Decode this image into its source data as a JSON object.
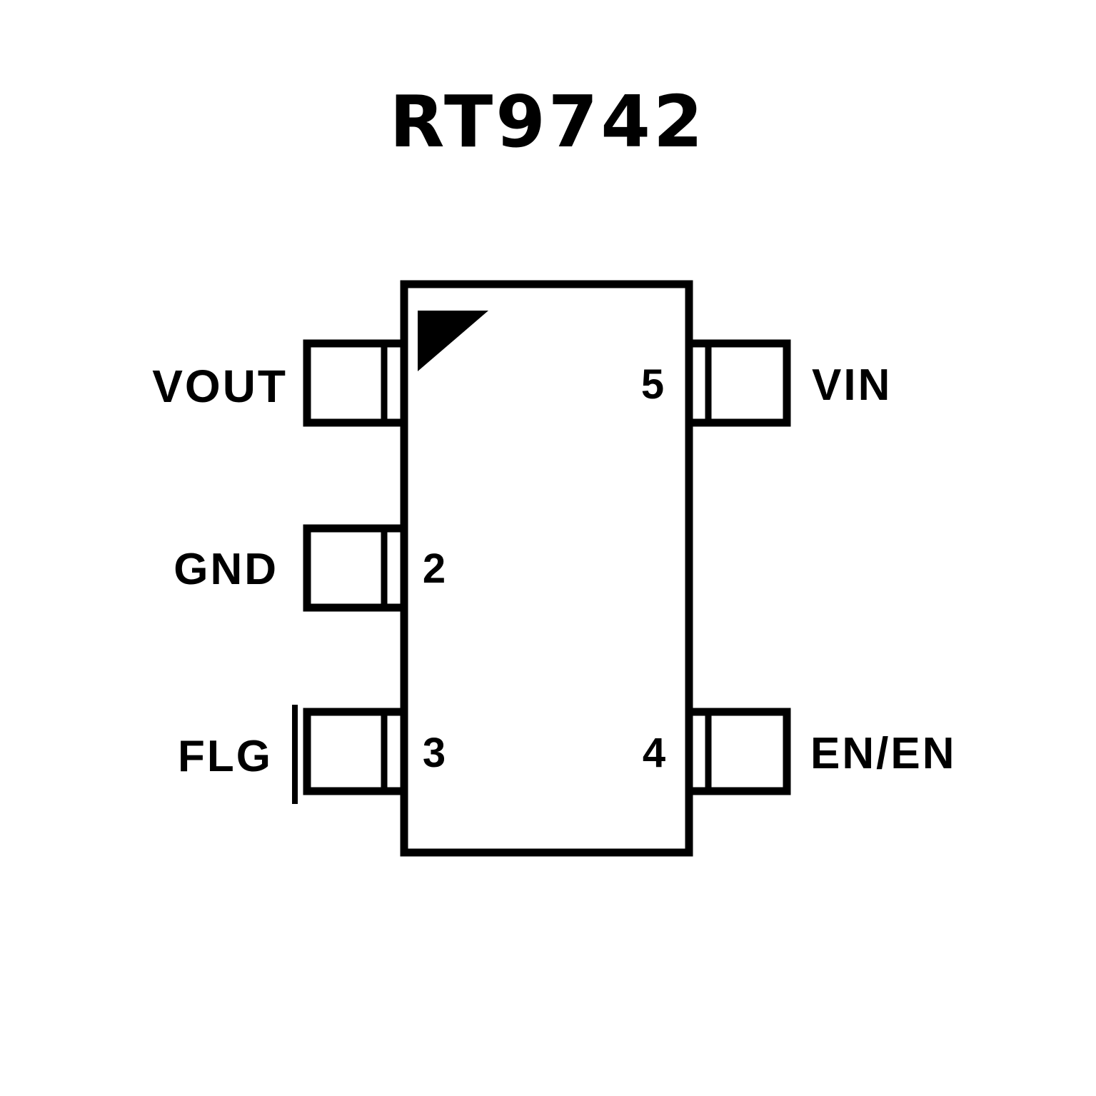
{
  "title": "RT9742",
  "package": {
    "pin1_marker": "triangle"
  },
  "pins": [
    {
      "number": "1",
      "name": "VOUT",
      "side": "left",
      "number_shown": false
    },
    {
      "number": "2",
      "name": "GND",
      "side": "left",
      "number_shown": true
    },
    {
      "number": "3",
      "name": "FLG",
      "side": "left",
      "number_shown": true,
      "overbar": true
    },
    {
      "number": "4",
      "name": "EN/EN",
      "side": "right",
      "number_shown": true
    },
    {
      "number": "5",
      "name": "VIN",
      "side": "right",
      "number_shown": true
    }
  ],
  "colors": {
    "ink": "#000000",
    "background": "#ffffff"
  }
}
